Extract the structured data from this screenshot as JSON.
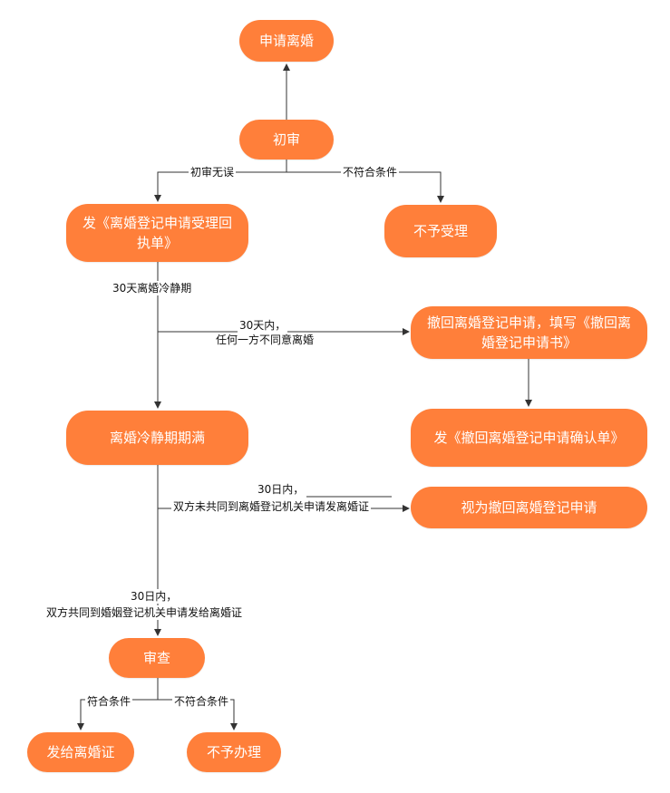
{
  "nodes": {
    "apply": "申请离婚",
    "initial_review": "初审",
    "issue_receipt": "发《离婚登记申请受理回执单》",
    "reject": "不予受理",
    "withdraw_apply": "撤回离婚登记申请，填写《撤回离婚登记申请书》",
    "cooling_end": "离婚冷静期期满",
    "withdraw_confirm": "发《撤回离婚登记申请确认单》",
    "deemed_withdraw": "视为撤回离婚登记申请",
    "review": "审查",
    "issue_certificate": "发给离婚证",
    "not_process": "不予办理"
  },
  "edges": {
    "no_error": "初审无误",
    "not_qualified_1": "不符合条件",
    "cooling_period": "30天离婚冷静期",
    "within_30_line1": "30天内，",
    "within_30_line2": "任何一方不同意离婚",
    "within_30d_a_line1": "30日内，",
    "within_30d_a_line2": "双方未共同到离婚登记机关申请发离婚证",
    "within_30d_b_line1": "30日内，",
    "within_30d_b_line2": "双方共同到婚姻登记机关申请发给离婚证",
    "qualified": "符合条件",
    "not_qualified_2": "不符合条件"
  },
  "colors": {
    "node": "#FF7F3A",
    "line": "#333333"
  }
}
